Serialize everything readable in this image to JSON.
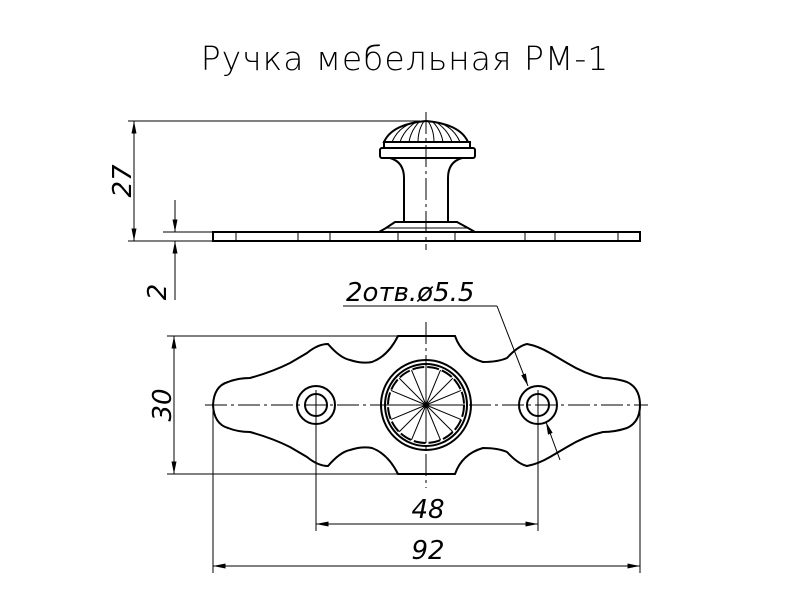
{
  "title": "Ручка мебельная РМ-1",
  "dimensions": {
    "height": "27",
    "plate_thickness": "2",
    "holes": "2отв.ø5.5",
    "width": "30",
    "hole_spacing": "48",
    "length": "92"
  }
}
